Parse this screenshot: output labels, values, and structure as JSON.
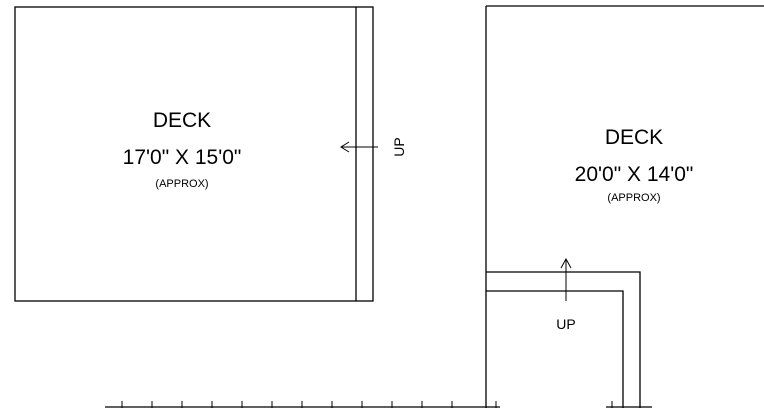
{
  "deck_left": {
    "label": "DECK",
    "dimensions": "17'0\" X 15'0\"",
    "note": "(APPROX)",
    "stair_label": "UP"
  },
  "deck_right": {
    "label": "DECK",
    "dimensions": "20'0\" X 14'0\"",
    "note": "(APPROX)",
    "stair_label": "UP"
  }
}
